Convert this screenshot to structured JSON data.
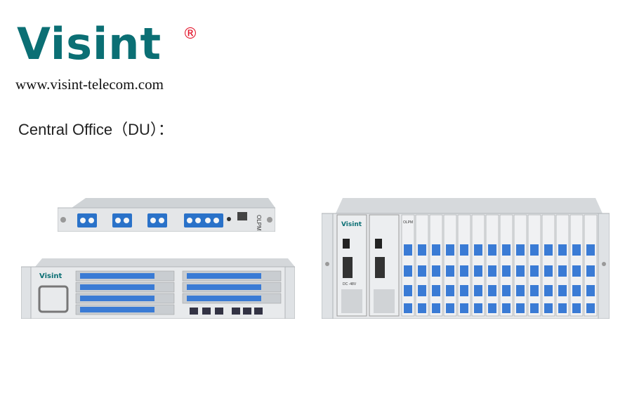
{
  "brand": {
    "logo_text": "Visint",
    "registered_mark": "®",
    "website": "www.visint-telecom.com"
  },
  "section": {
    "heading": "Central Office（DU）："
  },
  "devices": {
    "olpm_card_label": "OLPM",
    "chassis_brand": "Visint",
    "slot_label": "OLPM",
    "psu_label": "DC -48V"
  },
  "colors": {
    "brand_teal": "#0b6f74",
    "brand_red": "#e3162c",
    "chassis_grey": "#d9dcdf",
    "port_blue": "#3a7bd5"
  }
}
